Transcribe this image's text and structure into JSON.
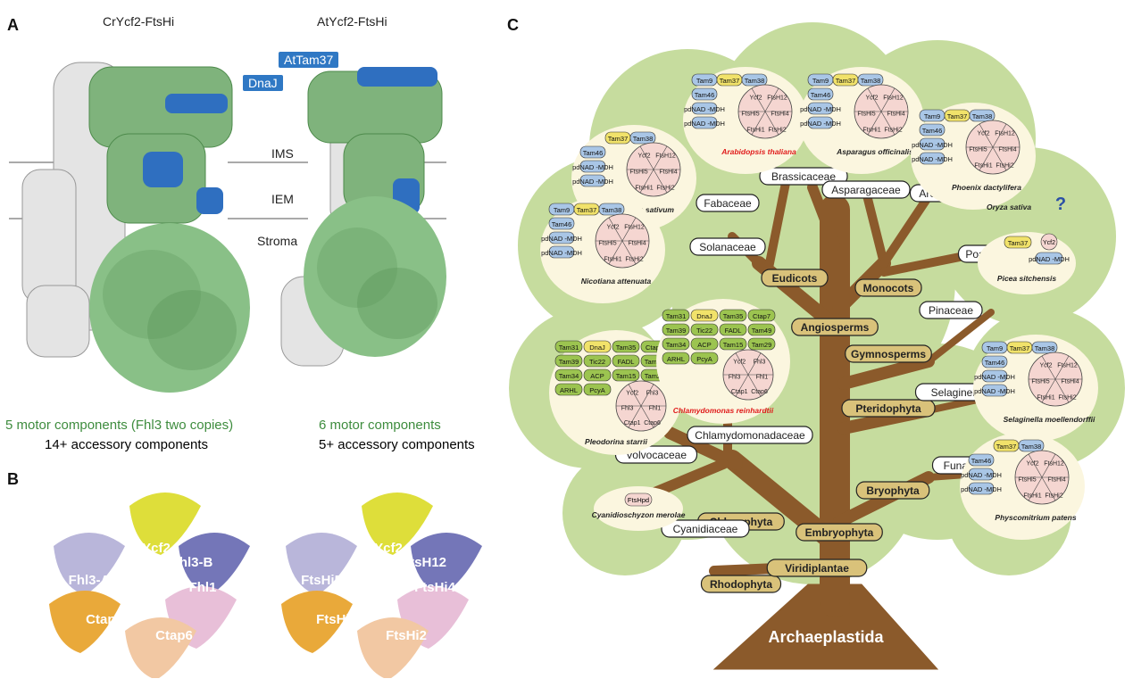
{
  "panels": {
    "a": "A",
    "b": "B",
    "c": "C"
  },
  "panel_a": {
    "left_title": "CrYcf2-FtsHi",
    "right_title": "AtYcf2-FtsHi",
    "tag_attam37": "AtTam37",
    "tag_dnaj": "DnaJ",
    "mem_ims": "IMS",
    "mem_iem": "IEM",
    "mem_stroma": "Stroma",
    "left_cap_1": "5 motor components (Fhl3 two copies)",
    "left_cap_2": "14+ accessory components",
    "right_cap_1": "6 motor components",
    "right_cap_2": "5+ accessory components"
  },
  "panel_b": {
    "left": [
      "Ycf2",
      "Fhl3-B",
      "Fhl3-A",
      "Fhl1",
      "Ctap1",
      "Ctap6"
    ],
    "right": [
      "Ycf2",
      "FtsH12",
      "FtsHi5",
      "FtsHi4",
      "FtsHi1",
      "FtsHi2"
    ],
    "colors": [
      "#dede3a",
      "#7476b8",
      "#b9b6da",
      "#e8bfd8",
      "#e9a93a",
      "#f2c8a3"
    ]
  },
  "panel_c": {
    "root": "Archaeplastida",
    "groups": [
      "Rhodophyta",
      "Viridiplantae",
      "Chlorophyta",
      "Embryophyta",
      "Bryophyta",
      "Pteridophyta",
      "Gymnosperms",
      "Angiosperms",
      "Eudicots",
      "Monocots"
    ],
    "families": [
      "Cyanidiaceae",
      "Volvocaceae",
      "Chlamydomonadaceae",
      "Funariaceae",
      "Selaginellaceae",
      "Pinaceae",
      "Poaceae",
      "Solanaceae",
      "Fabaceae",
      "Brassicaceae",
      "Asparagaceae",
      "Arecaceae"
    ],
    "species": {
      "cyanidioschyzon": "Cyanidioschyzon merolae",
      "pleodorina": "Pleodorina starrii",
      "chlamydomonas": "Chlamydomonas reinhardtii",
      "physcomitrium": "Physcomitrium patens",
      "selaginella": "Selaginella moellendorffii",
      "picea": "Picea sitchensis",
      "oryza": "Oryza sativa",
      "nicotiana": "Nicotiana attenuata",
      "pisum": "Pisum sativum",
      "arabidopsis": "Arabidopsis thaliana",
      "asparagus": "Asparagus officinalis",
      "phoenix": "Phoenix dactylifera"
    },
    "question": "?",
    "ftsh_pd": "FtsHpd",
    "land_tags": [
      "Tam9",
      "Tam37",
      "Tam38",
      "Tam46",
      "pdNAD -MDH"
    ],
    "land_wheel": [
      "Ycf2",
      "FtsH12",
      "FtsHi5",
      "FtsHi4",
      "FtsHi1",
      "FtsHi2"
    ],
    "algae_tags": [
      "Tam31",
      "DnaJ",
      "Tam35",
      "Ctap7",
      "Tam39",
      "Tic22",
      "FADL",
      "Tam49",
      "Tam34",
      "ACP",
      "Tam15",
      "Tam29",
      "ARHL",
      "PcyA"
    ],
    "algae_wheel": [
      "Ycf2",
      "Fhl3",
      "Fhl3",
      "Fhl1",
      "Ctap1",
      "Ctap6"
    ],
    "picea_tags": [
      "Tam37",
      "Ycf2",
      "pdNAD -MDH"
    ]
  }
}
